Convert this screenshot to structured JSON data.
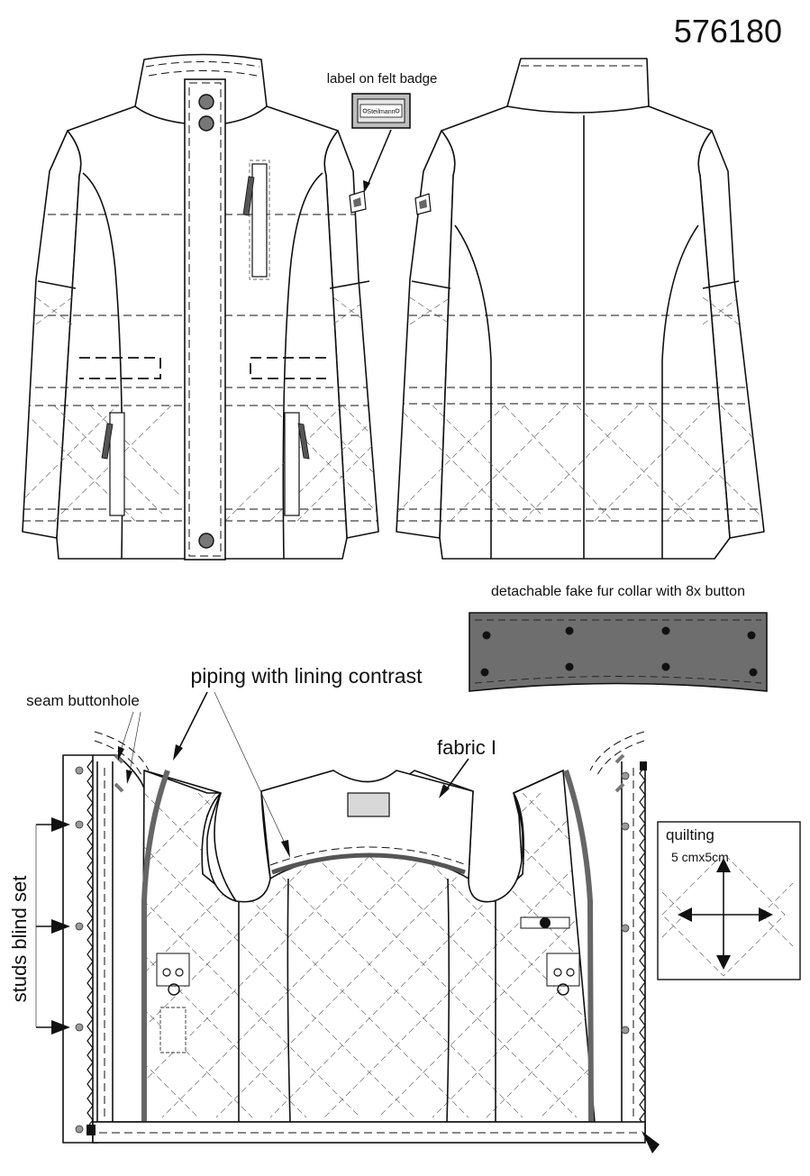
{
  "header": {
    "style_number": "576180"
  },
  "callouts": {
    "label_badge": "label on felt badge",
    "badge_text": "Steilmann",
    "collar": "detachable fake fur collar with 8x button",
    "piping": "piping with lining contrast",
    "seam_buttonhole": "seam buttonhole",
    "fabric": "fabric I",
    "studs": "studs blind set"
  },
  "quilting_box": {
    "title": "quilting",
    "dimension": "5 cmx5cm"
  },
  "colors": {
    "line": "#111111",
    "collar_fill": "#6e6e6e",
    "piping": "#666666",
    "button": "#777777"
  }
}
